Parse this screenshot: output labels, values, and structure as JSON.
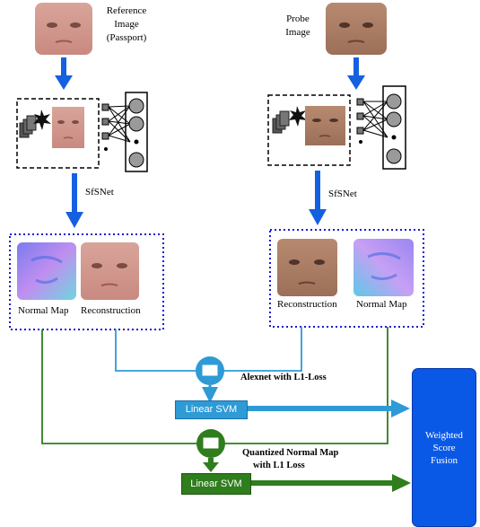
{
  "reference": {
    "title_line1": "Reference",
    "title_line2": "Image",
    "title_line3": "(Passport)",
    "encoder_label": "SfSNet",
    "normal_map_label": "Normal Map",
    "reconstruction_label": "Reconstruction"
  },
  "probe": {
    "title_line1": "Probe",
    "title_line2": "Image",
    "encoder_label": "SfSNet",
    "reconstruction_label": "Reconstruction",
    "normal_map_label": "Normal Map"
  },
  "branches": {
    "alexnet_label": "Alexnet with L1-Loss",
    "svm1_label": "Linear SVM",
    "qnm_label_line1": "Quantized Normal Map",
    "qnm_label_line2": "with L1 Loss",
    "svm2_label": "Linear SVM"
  },
  "fusion": {
    "line1": "Weighted",
    "line2": "Score",
    "line3": "Fusion"
  },
  "colors": {
    "arrow_blue": "#1560e0",
    "light_blue": "#2e9ad6",
    "green": "#2f7d1d",
    "fusion_blue": "#0a59e6",
    "dotted_border": "#1a1ad4"
  }
}
